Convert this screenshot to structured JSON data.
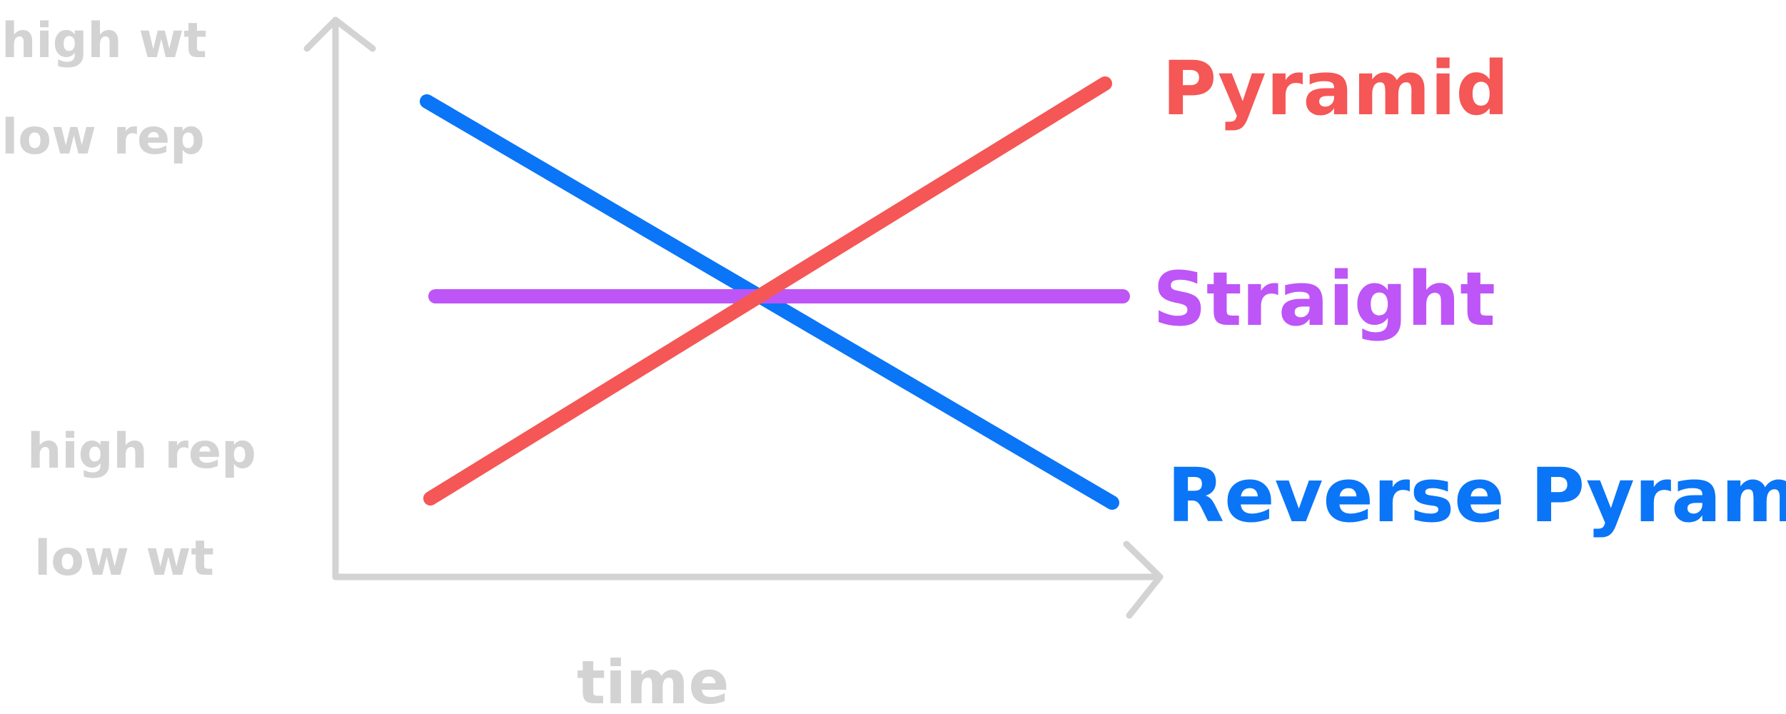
{
  "axes": {
    "y_top_label_line1": "high wt",
    "y_top_label_line2": "low rep",
    "y_bottom_label_line1": "high rep",
    "y_bottom_label_line2": "low wt",
    "x_label": "time",
    "axis_color": "#d3d3d3"
  },
  "series": [
    {
      "name": "Pyramid",
      "color": "#f55656",
      "trend": "increasing"
    },
    {
      "name": "Straight",
      "color": "#be55f7",
      "trend": "flat"
    },
    {
      "name": "Reverse Pyramid",
      "color": "#0a75f7",
      "trend": "decreasing"
    }
  ]
}
